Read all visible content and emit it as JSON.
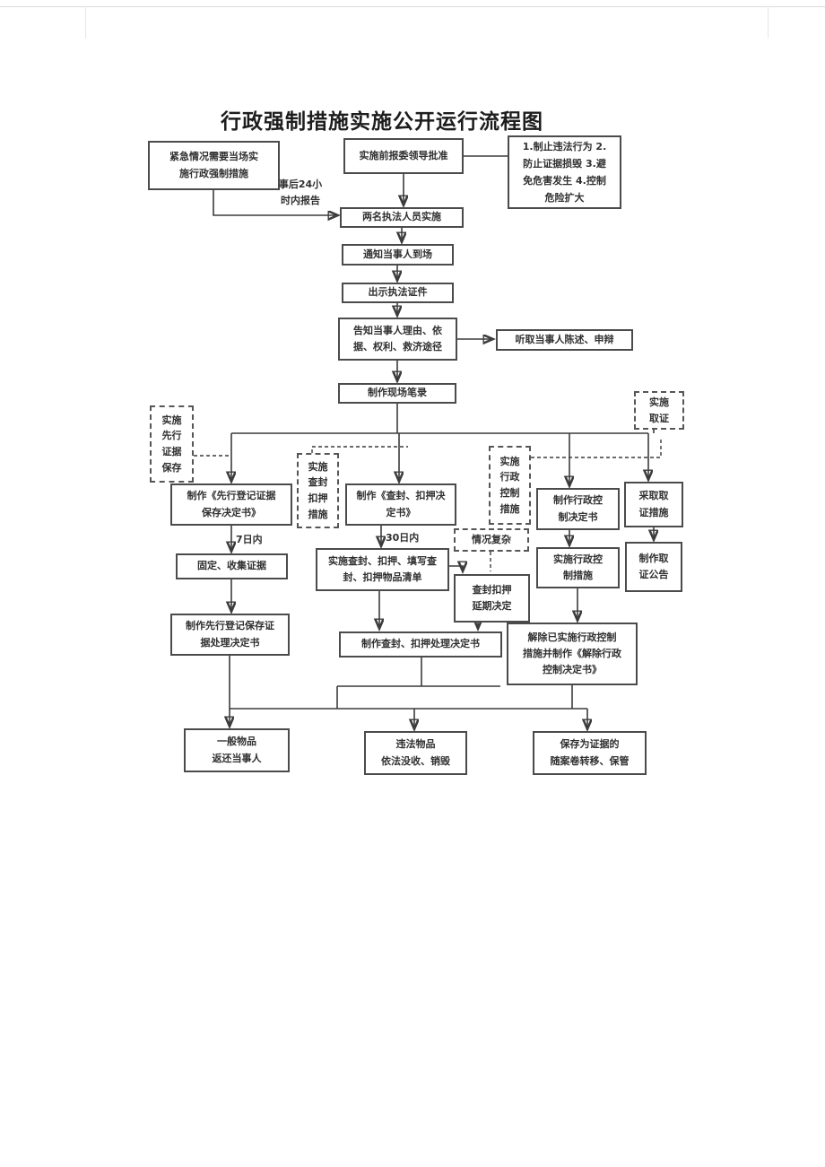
{
  "title": "行政强制措施实施公开运行流程图",
  "nodes": {
    "emergency": "紧急情况需要当场实\n施行政强制措施",
    "approve": "实施前报委领导批准",
    "purposes": "1.制止违法行为 2.\n防止证据损毁 3.避\n免危害发生 4.控制\n危险扩大",
    "two_officers": "两名执法人员实施",
    "notify": "通知当事人到场",
    "credentials": "出示执法证件",
    "inform": "告知当事人理由、依\n据、权利、救济途径",
    "listen": "听取当事人陈述、申辩",
    "record": "制作现场笔录",
    "dashed_evidence": "实施\n先行\n证据\n保存",
    "dashed_obtain": "实施\n取证",
    "make_preservation": "制作《先行登记证据\n保存决定书》",
    "dashed_seal": "实施\n查封\n扣押\n措施",
    "make_seal": "制作《查封、扣押决\n定书》",
    "dashed_control": "实施\n行政\n控制\n措施",
    "make_control": "制作行政控\n制决定书",
    "take_obtain": "采取取\n证措施",
    "fix_evidence": "固定、收集证据",
    "implement_seal": "实施查封、扣押、填写查\n封、扣押物品清单",
    "complex": "情况复杂",
    "extension": "查封扣押\n延期决定",
    "implement_control": "实施行政控\n制措施",
    "announcement": "制作取\n证公告",
    "make_handling": "制作先行登记保存证\n据处理决定书",
    "seal_handling": "制作查封、扣押处理决定书",
    "release_control": "解除已实施行政控制\n措施并制作《解除行政\n控制决定书》",
    "general_items": "一般物品\n返还当事人",
    "illegal_items": "违法物品\n依法没收、销毁",
    "preserved_items": "保存为证据的\n随案卷转移、保管"
  },
  "labels": {
    "report_24h": "事后24小\n时内报告",
    "within_7_days": "7日内",
    "within_30_days": "30日内"
  },
  "colors": {
    "line": "#3c3c3c",
    "border": "#4b4b4b",
    "text": "#303030",
    "background": "#ffffff"
  }
}
